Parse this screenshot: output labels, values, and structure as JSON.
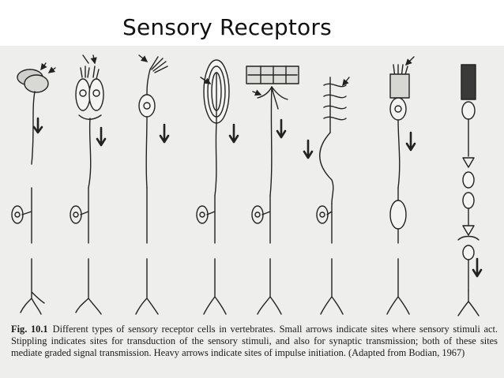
{
  "slide": {
    "title": "Sensory Receptors"
  },
  "figure": {
    "label": "Fig. 10.1",
    "caption": "Different types of sensory receptor cells in vertebrates. Small arrows indicate sites where sensory stimuli act. Stippling indicates sites for transduction of the sensory stimuli, and also for synaptic transmission; both of these sites mediate graded signal transmission. Heavy arrows indicate sites of impulse initiation. (Adapted from Bodian, 1967)"
  }
}
